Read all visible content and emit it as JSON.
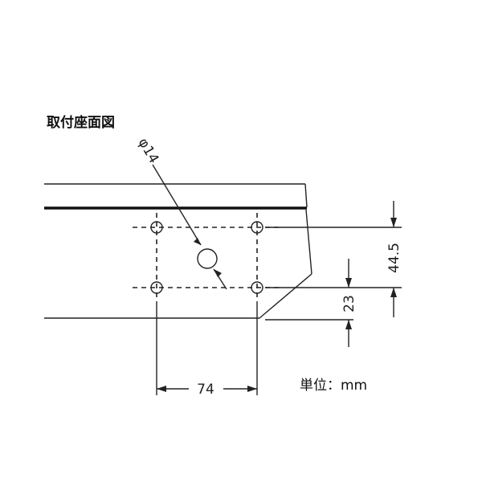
{
  "title": "取付座面図",
  "dimensions": {
    "hole_diameter": "φ14",
    "horizontal_pitch": "74",
    "vertical_pitch": "44.5",
    "offset_from_bottom": "23"
  },
  "unit_label": "単位：mm",
  "colors": {
    "ink": "#222222",
    "background": "#ffffff"
  }
}
